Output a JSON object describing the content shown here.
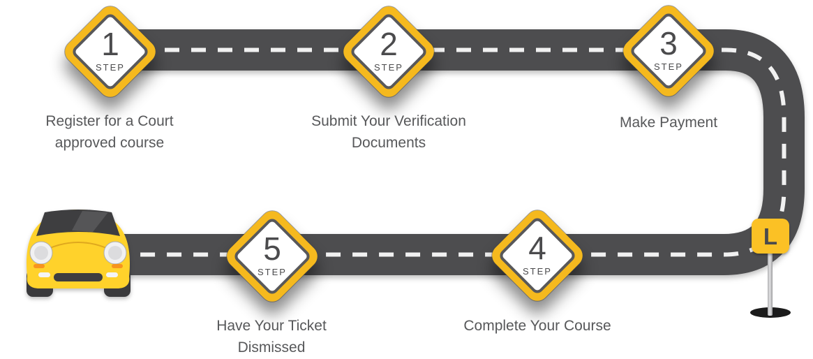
{
  "colors": {
    "bg": "#ffffff",
    "road": "#4D4D4F",
    "dash": "#F1F1F1",
    "diamond_yellow": "#F5B91E",
    "diamond_border": "#58585A",
    "number_gray": "#4B4B4D",
    "caption_gray": "#57585A",
    "l_sign_yellow": "#FBC125",
    "car_yellow": "#FFD22B",
    "car_dark": "#3E3E40",
    "indicator_orange": "#F7941E",
    "shadow_dark": "#1B1B1B"
  },
  "steps": [
    {
      "number": "1",
      "step_word": "STEP",
      "caption_line1": "Register for a Court",
      "caption_line2": "approved course"
    },
    {
      "number": "2",
      "step_word": "STEP",
      "caption_line1": "Submit Your Verification",
      "caption_line2": "Documents"
    },
    {
      "number": "3",
      "step_word": "STEP",
      "caption_line1": "Make Payment",
      "caption_line2": ""
    },
    {
      "number": "4",
      "step_word": "STEP",
      "caption_line1": "Complete Your Course",
      "caption_line2": ""
    },
    {
      "number": "5",
      "step_word": "STEP",
      "caption_line1": "Have Your Ticket",
      "caption_line2": "Dismissed"
    }
  ],
  "finish_sign": {
    "letter": "L"
  }
}
